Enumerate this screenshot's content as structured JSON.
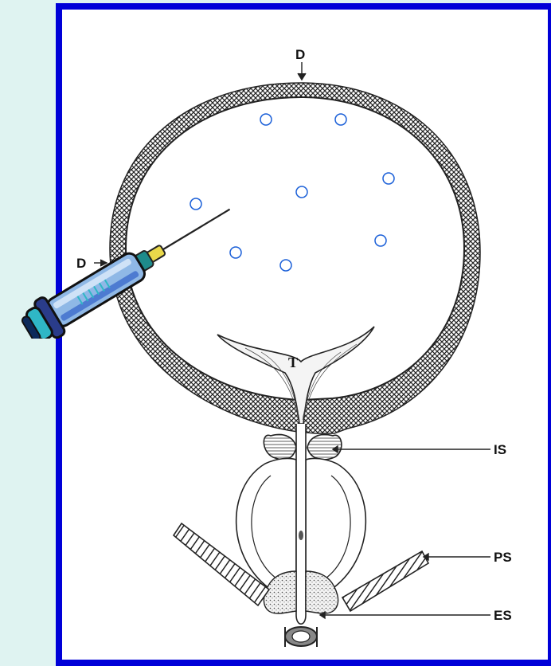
{
  "labels": {
    "d_top": "D",
    "d_left": "D",
    "t": "T",
    "is": "IS",
    "ps": "PS",
    "es": "ES"
  },
  "colors": {
    "frame": "#0000d8",
    "background": "#dff3f1",
    "circle_markers": "#1a5fd8"
  },
  "icons": {
    "syringe": "syringe-icon"
  }
}
